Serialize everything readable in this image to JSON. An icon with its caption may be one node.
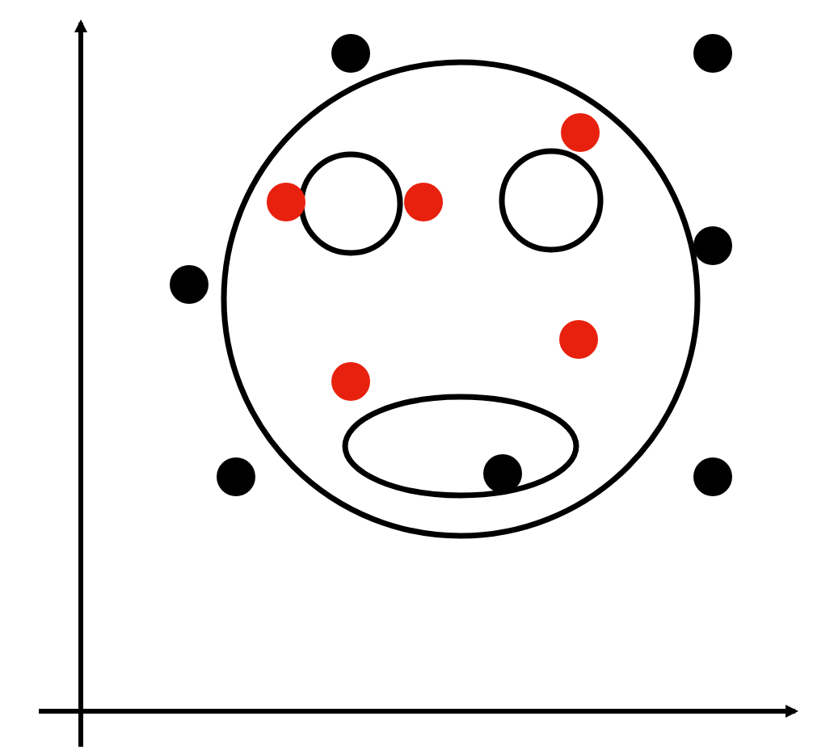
{
  "diagram": {
    "nodes": [
      {
        "text": [],
        "shape": "circle"
      },
      {
        "text": [],
        "shape": "circle",
        "in": 0
      },
      {
        "text": [],
        "shape": "circle",
        "in": 0
      },
      {
        "text": [],
        "shape": "ellipse",
        "in": 0
      }
    ]
  }
}
